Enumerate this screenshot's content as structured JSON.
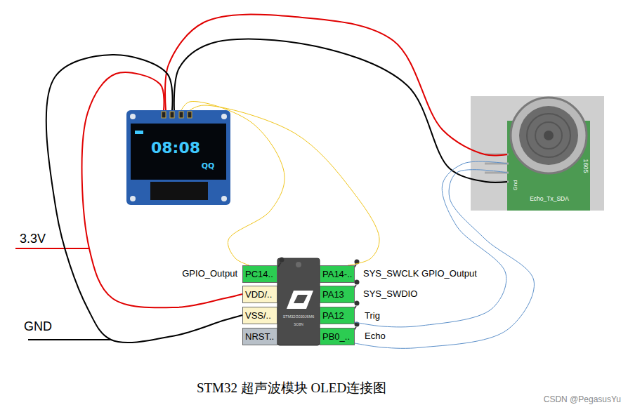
{
  "diagram": {
    "caption": "STM32 超声波模块 OLED连接图",
    "nodes": [
      {
        "text": [
          "08:08",
          "QQ"
        ]
      },
      {
        "text": [
          "1605",
          "Gnd",
          "Echo_Tx_SDA"
        ]
      },
      {
        "text": [
          "STM32G030J6M6",
          "SO8N"
        ]
      },
      {
        "text": [
          "PC14.."
        ]
      },
      {
        "text": [
          "PA14-.."
        ]
      },
      {
        "text": [
          "VDD/.."
        ]
      },
      {
        "text": [
          "PA13"
        ]
      },
      {
        "text": [
          "VSS/.."
        ]
      },
      {
        "text": [
          "PA12"
        ]
      },
      {
        "text": [
          "NRST.."
        ]
      },
      {
        "text": [
          "PB0_.."
        ]
      }
    ],
    "edges": [
      {
        "from": 0,
        "to": 1,
        "arrow": "none"
      },
      {
        "from": 0,
        "to": 1,
        "arrow": "none"
      },
      {
        "from": 0,
        "to": 5,
        "arrow": "none"
      },
      {
        "from": 0,
        "to": 7,
        "arrow": "none"
      },
      {
        "from": 0,
        "to": 3,
        "arrow": "none"
      },
      {
        "from": 0,
        "to": 4,
        "arrow": "none"
      },
      {
        "from": 1,
        "to": 8,
        "arrow": "none"
      },
      {
        "from": 1,
        "to": 10,
        "arrow": "none"
      }
    ],
    "labels": [
      "3.3V",
      "GND",
      "GPIO_Output",
      "SYS_SWCLK GPIO_Output",
      "SYS_SWDIO",
      "Trig",
      "Echo",
      "CSDN @PegasusYu"
    ]
  }
}
